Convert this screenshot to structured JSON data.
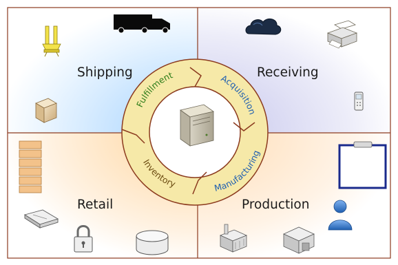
{
  "quadrants": {
    "top_left": {
      "label": "Shipping"
    },
    "top_right": {
      "label": "Receiving"
    },
    "bottom_left": {
      "label": "Retail"
    },
    "bottom_right": {
      "label": "Production"
    }
  },
  "cycle": {
    "segments": [
      {
        "label": "Fulfillment",
        "color": "#2e7d1a"
      },
      {
        "label": "Acquisition",
        "color": "#1f5fb0"
      },
      {
        "label": "Manufacturing",
        "color": "#1f5fb0"
      },
      {
        "label": "Inventory",
        "color": "#6a4a10"
      }
    ],
    "ring_color": "#f6e9a8",
    "ring_edge": "#8b3a1e"
  },
  "icons": [
    "forklift-icon",
    "truck-icon",
    "cloud-icon",
    "printer-icon",
    "box-icon",
    "mobile-phone-icon",
    "server-icon",
    "pallet-stack-icon",
    "clipboard-icon",
    "scanner-icon",
    "padlock-icon",
    "database-icon",
    "user-icon",
    "factory-icon",
    "warehouse-icon"
  ],
  "colors": {
    "shipping_bg": "#a9d4ff",
    "receiving_bg": "#c9c9ee",
    "retail_bg": "#ffd9a8",
    "production_bg": "#ffe2c2",
    "divider": "#8b3a1e"
  }
}
